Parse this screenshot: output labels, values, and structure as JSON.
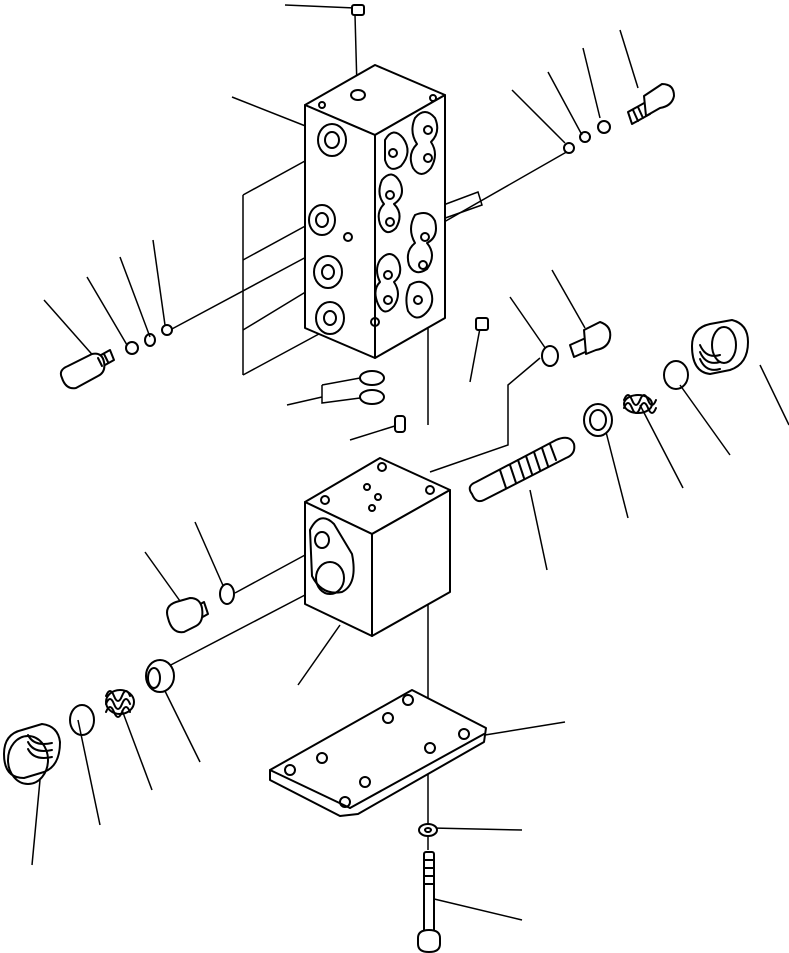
{
  "diagram": {
    "kind": "exploded-parts-view",
    "color": "#000000",
    "background": "#ffffff",
    "parts": [
      "plug-screw-top",
      "valve-body-upper",
      "plug-right-upper",
      "o-ring-right-upper-a",
      "o-ring-right-upper-b",
      "o-ring-right-upper-c",
      "plug-left-upper",
      "o-ring-left-upper-a",
      "o-ring-left-upper-b",
      "o-ring-left-upper-c",
      "o-rings-pair",
      "dowel-pin",
      "fitting-right",
      "o-ring-fitting",
      "small-nut",
      "valve-body-lower",
      "valve-spool",
      "plug-large-right",
      "o-ring-large-right",
      "spring-right",
      "spring-seat-right",
      "plug-small-lower",
      "o-ring-lower",
      "plug-large-left",
      "o-ring-large-left",
      "spring-left",
      "spring-seat-left",
      "mounting-plate",
      "washer",
      "bolt"
    ]
  }
}
